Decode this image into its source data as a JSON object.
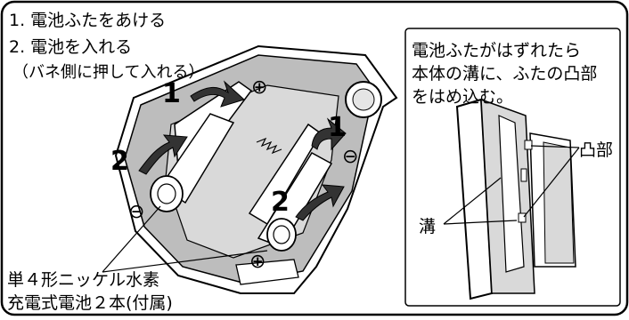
{
  "steps": {
    "step1": "1. 電池ふたをあける",
    "step2": "2. 電池を入れる",
    "note": "（バネ側に押して入れる）"
  },
  "battery_label": {
    "line1": "単４形ニッケル水素",
    "line2": "充電式電池２本(付属)"
  },
  "inset": {
    "line1": "電池ふたがはずれたら",
    "line2": "本体の溝に、ふたの凸部",
    "line3": "をはめ込む。",
    "groove_label": "溝",
    "tab_label": "凸部"
  },
  "callouts": {
    "arrow1_left": "1",
    "arrow1_right": "1",
    "arrow2_left": "2",
    "arrow2_right": "2"
  },
  "polarity": {
    "plus": "⊕",
    "minus": "⊖"
  }
}
